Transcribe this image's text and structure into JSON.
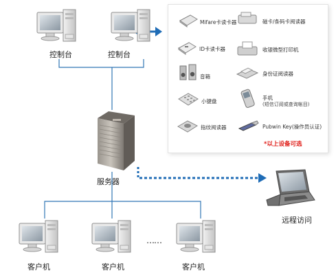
{
  "consoles": [
    {
      "label": "控制台"
    },
    {
      "label": "控制台"
    }
  ],
  "devices": [
    {
      "label": "Mifare卡读卡器",
      "icon": "mifare-card-reader-icon"
    },
    {
      "label": "磁卡/条码卡阅读器",
      "icon": "magnetic-barcode-reader-icon"
    },
    {
      "label": "ID卡读卡器",
      "icon": "id-card-reader-icon"
    },
    {
      "label": "收银微型打印机",
      "icon": "receipt-printer-icon"
    },
    {
      "label": "音箱",
      "icon": "speaker-icon"
    },
    {
      "label": "身份证阅读器",
      "icon": "id-scanner-icon"
    },
    {
      "label": "小键盘",
      "icon": "keypad-icon"
    },
    {
      "label": "手机",
      "note": "(短信订阅或查询帐目)",
      "icon": "mobile-phone-icon"
    },
    {
      "label": "指纹阅读器",
      "icon": "fingerprint-reader-icon"
    },
    {
      "label": "Pubwin Key(操作员认证)",
      "icon": "usb-key-icon"
    }
  ],
  "optional_note": "*以上设备可选",
  "server": {
    "label": "服务器"
  },
  "remote": {
    "label": "远程访问"
  },
  "clients": [
    {
      "label": "客户机"
    },
    {
      "label": "客户机"
    },
    {
      "label": "客户机"
    }
  ],
  "ellipsis": "……",
  "colors": {
    "line": "#2f74b5",
    "arrow": "#1f6cb6",
    "optional_note": "#e0201b"
  }
}
